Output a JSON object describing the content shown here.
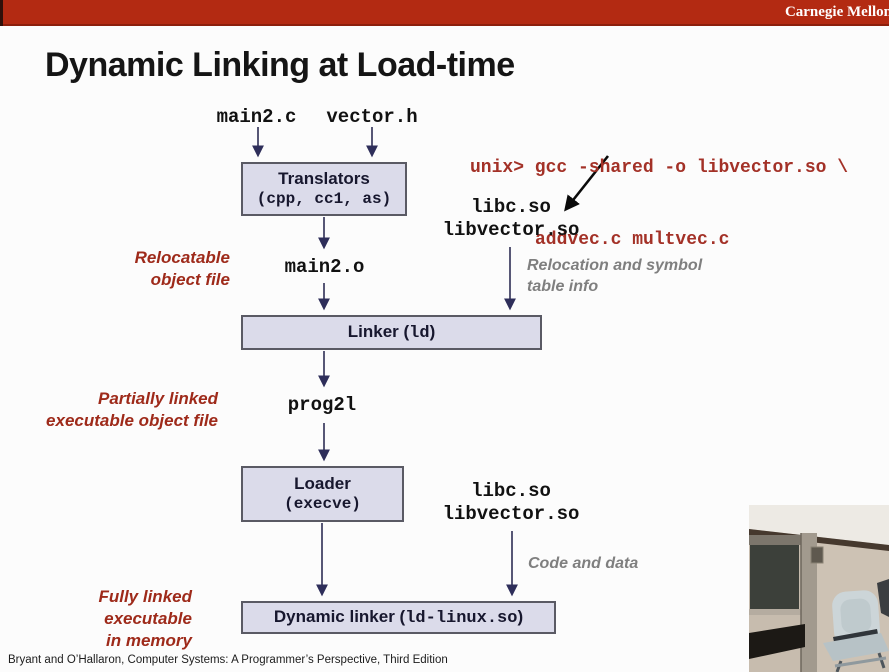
{
  "header": {
    "brand": "Carnegie Mellon"
  },
  "slide": {
    "title": "Dynamic Linking at Load-time",
    "footer": "Bryant and O’Hallaron, Computer Systems: A Programmer’s Perspective, Third Edition"
  },
  "terminal": {
    "line1": "unix> gcc -shared -o libvector.so \\",
    "line2": "addvec.c multvec.c"
  },
  "files": {
    "source1": "main2.c",
    "source2": "vector.h",
    "object": "main2.o",
    "executable": "prog2l"
  },
  "libs": {
    "top": {
      "line1": "libc.so",
      "line2": "libvector.so"
    },
    "bottom": {
      "line1": "libc.so",
      "line2": "libvector.so"
    }
  },
  "boxes": {
    "translators": {
      "title": "Translators",
      "sub": "(cpp, cc1, as)"
    },
    "linker": {
      "pre": "Linker (",
      "mono": "ld",
      "post": ")"
    },
    "loader": {
      "title": "Loader",
      "sub": "(execve)"
    },
    "dynamic_linker": {
      "pre": "Dynamic linker (",
      "mono": "ld-linux.so",
      "post": ")"
    }
  },
  "side_labels": {
    "relocatable": {
      "line1": "Relocatable",
      "line2": "object file"
    },
    "partially": {
      "line1": "Partially linked",
      "line2": "executable object file"
    },
    "fully": {
      "line1": "Fully linked",
      "line2": "executable",
      "line3": "in memory"
    }
  },
  "annotations": {
    "reloc_info": {
      "line1": "Relocation and symbol",
      "line2": "table info"
    },
    "code_data": "Code and data"
  },
  "colors": {
    "header_bar": "#b32a12",
    "accent_red": "#9e2a1a",
    "terminal_red": "#a33127",
    "box_fill": "#dbdbea",
    "box_border": "#5a5a64",
    "arrow_navy": "#3a3a5e",
    "gray_note": "#7f7f7f"
  }
}
